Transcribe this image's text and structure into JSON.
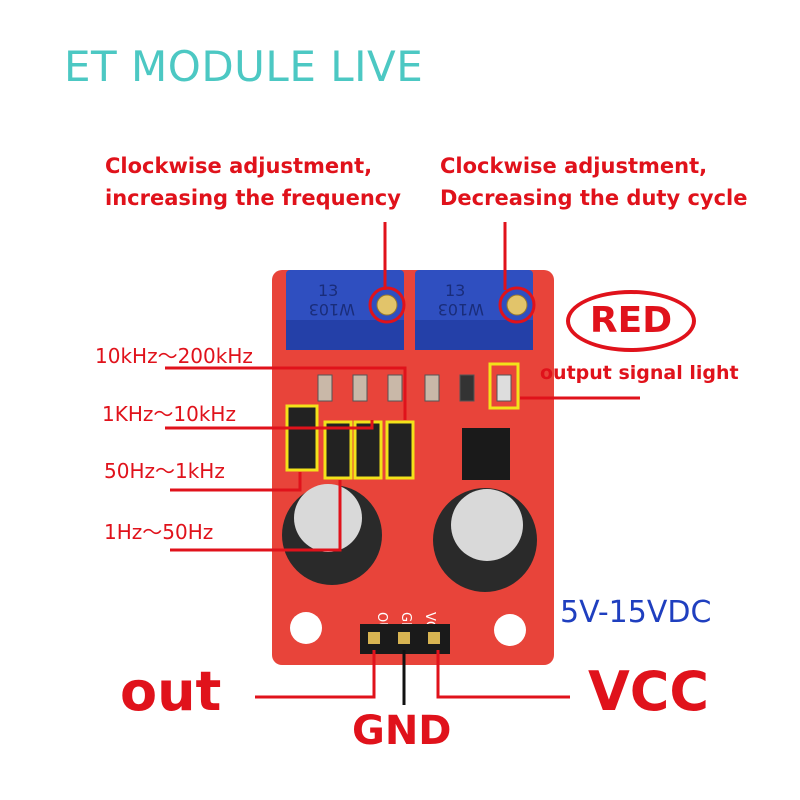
{
  "title": "ET MODULE LIVE",
  "annotations": {
    "freq_pot": [
      "Clockwise adjustment,",
      "increasing the frequency"
    ],
    "duty_pot": [
      "Clockwise adjustment,",
      "Decreasing the duty cycle"
    ],
    "led_badge": "RED",
    "led_label": "output signal light",
    "ranges": [
      "10kHz～200kHz",
      "1KHz～10kHz",
      "50Hz～1kHz",
      "1Hz～50Hz"
    ],
    "voltage": "5V-15VDC",
    "pins": {
      "out": "out",
      "gnd": "GND",
      "vcc": "VCC"
    }
  },
  "board": {
    "pot_code": "W103",
    "pot_number": "13",
    "silk_pins": [
      "OUT",
      "GND",
      "VCC"
    ]
  },
  "colors": {
    "annotation": "#e0121b",
    "title": "#4cc8c3",
    "voltage": "#1f3fbf",
    "pcb": "#e8443a",
    "pot": "#2f4fc0",
    "highlight": "#f2e21a"
  }
}
